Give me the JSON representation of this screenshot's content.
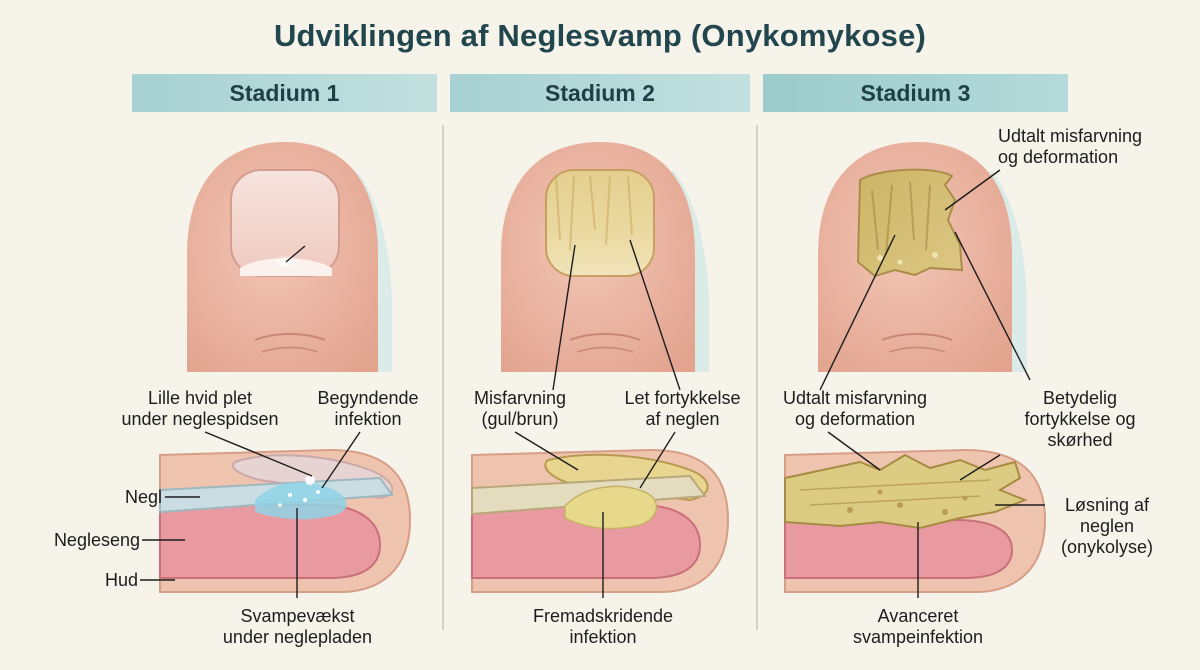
{
  "title": "Udviklingen af Neglesvamp (Onykomykose)",
  "stages": [
    {
      "header": "Stadium 1",
      "top_labels": [
        {
          "line1": "Lille hvid plet",
          "line2": "under neglespidsen"
        },
        {
          "line1": "Begyndende",
          "line2": "infektion"
        }
      ],
      "side_labels": [
        "Negl",
        "Negleseng",
        "Hud"
      ],
      "bottom_label": {
        "line1": "Svampevækst",
        "line2": "under neglepladen"
      }
    },
    {
      "header": "Stadium 2",
      "top_labels": [
        {
          "line1": "Misfarvning",
          "line2": "(gul/brun)"
        },
        {
          "line1": "Let fortykkelse",
          "line2": "af neglen"
        }
      ],
      "bottom_label": {
        "line1": "Fremadskridende",
        "line2": "infektion"
      }
    },
    {
      "header": "Stadium 3",
      "corner_label": {
        "line1": "Udtalt misfarvning",
        "line2": "og deformation"
      },
      "top_labels": [
        {
          "line1": "Udtalt misfarvning",
          "line2": "og deformation"
        },
        {
          "line1": "Betydelig",
          "line2": "fortykkelse og",
          "line3": "skørhed"
        }
      ],
      "right_label": {
        "line1": "Løsning af",
        "line2": "neglen",
        "line3": "(onykolyse)"
      },
      "bottom_label": {
        "line1": "Avanceret",
        "line2": "svampeinfektion"
      }
    }
  ],
  "colors": {
    "skin": "#ecb5a3",
    "nail_healthy": "#f4ddd6",
    "nail_yellow": "#dcc886",
    "nail_brown": "#c9ad62",
    "nailbed": "#e89aa0",
    "fungus_blue": "#8fd3e6",
    "fungus_yellow": "#e7d98c",
    "header_bg": "#b6dcdb"
  }
}
